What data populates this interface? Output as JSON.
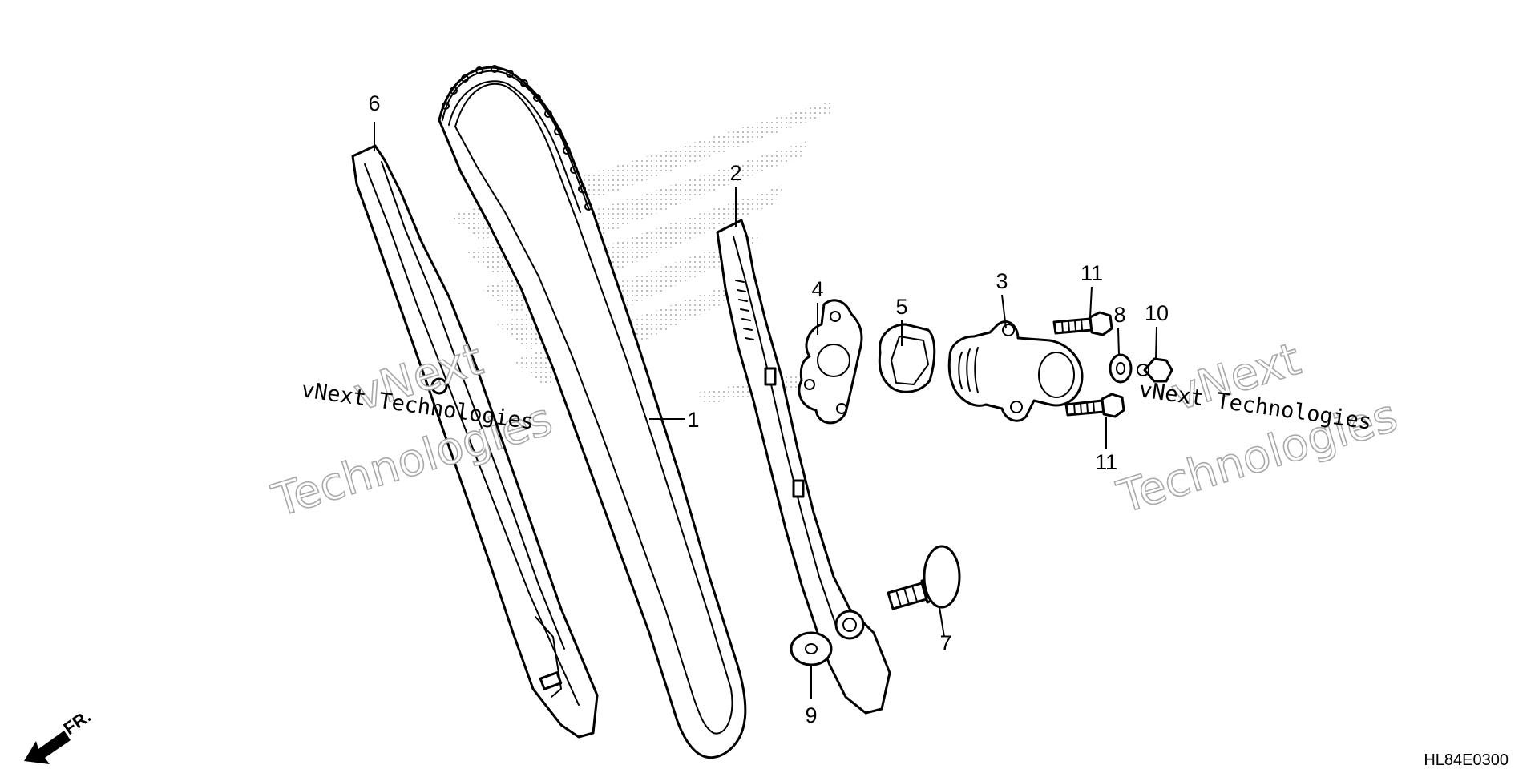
{
  "diagram": {
    "diagram_code": "HL84E0300",
    "front_label": "FR.",
    "watermark": {
      "small_text": "vNext Technologies",
      "big_line1": "vNext",
      "big_line2": "Technologies"
    },
    "callouts": [
      {
        "id": "1",
        "text": "1"
      },
      {
        "id": "2",
        "text": "2"
      },
      {
        "id": "3",
        "text": "3"
      },
      {
        "id": "4",
        "text": "4"
      },
      {
        "id": "5",
        "text": "5"
      },
      {
        "id": "6",
        "text": "6"
      },
      {
        "id": "7",
        "text": "7"
      },
      {
        "id": "8",
        "text": "8"
      },
      {
        "id": "9",
        "text": "9"
      },
      {
        "id": "10",
        "text": "10"
      },
      {
        "id": "11a",
        "text": "11"
      },
      {
        "id": "11b",
        "text": "11"
      }
    ]
  }
}
